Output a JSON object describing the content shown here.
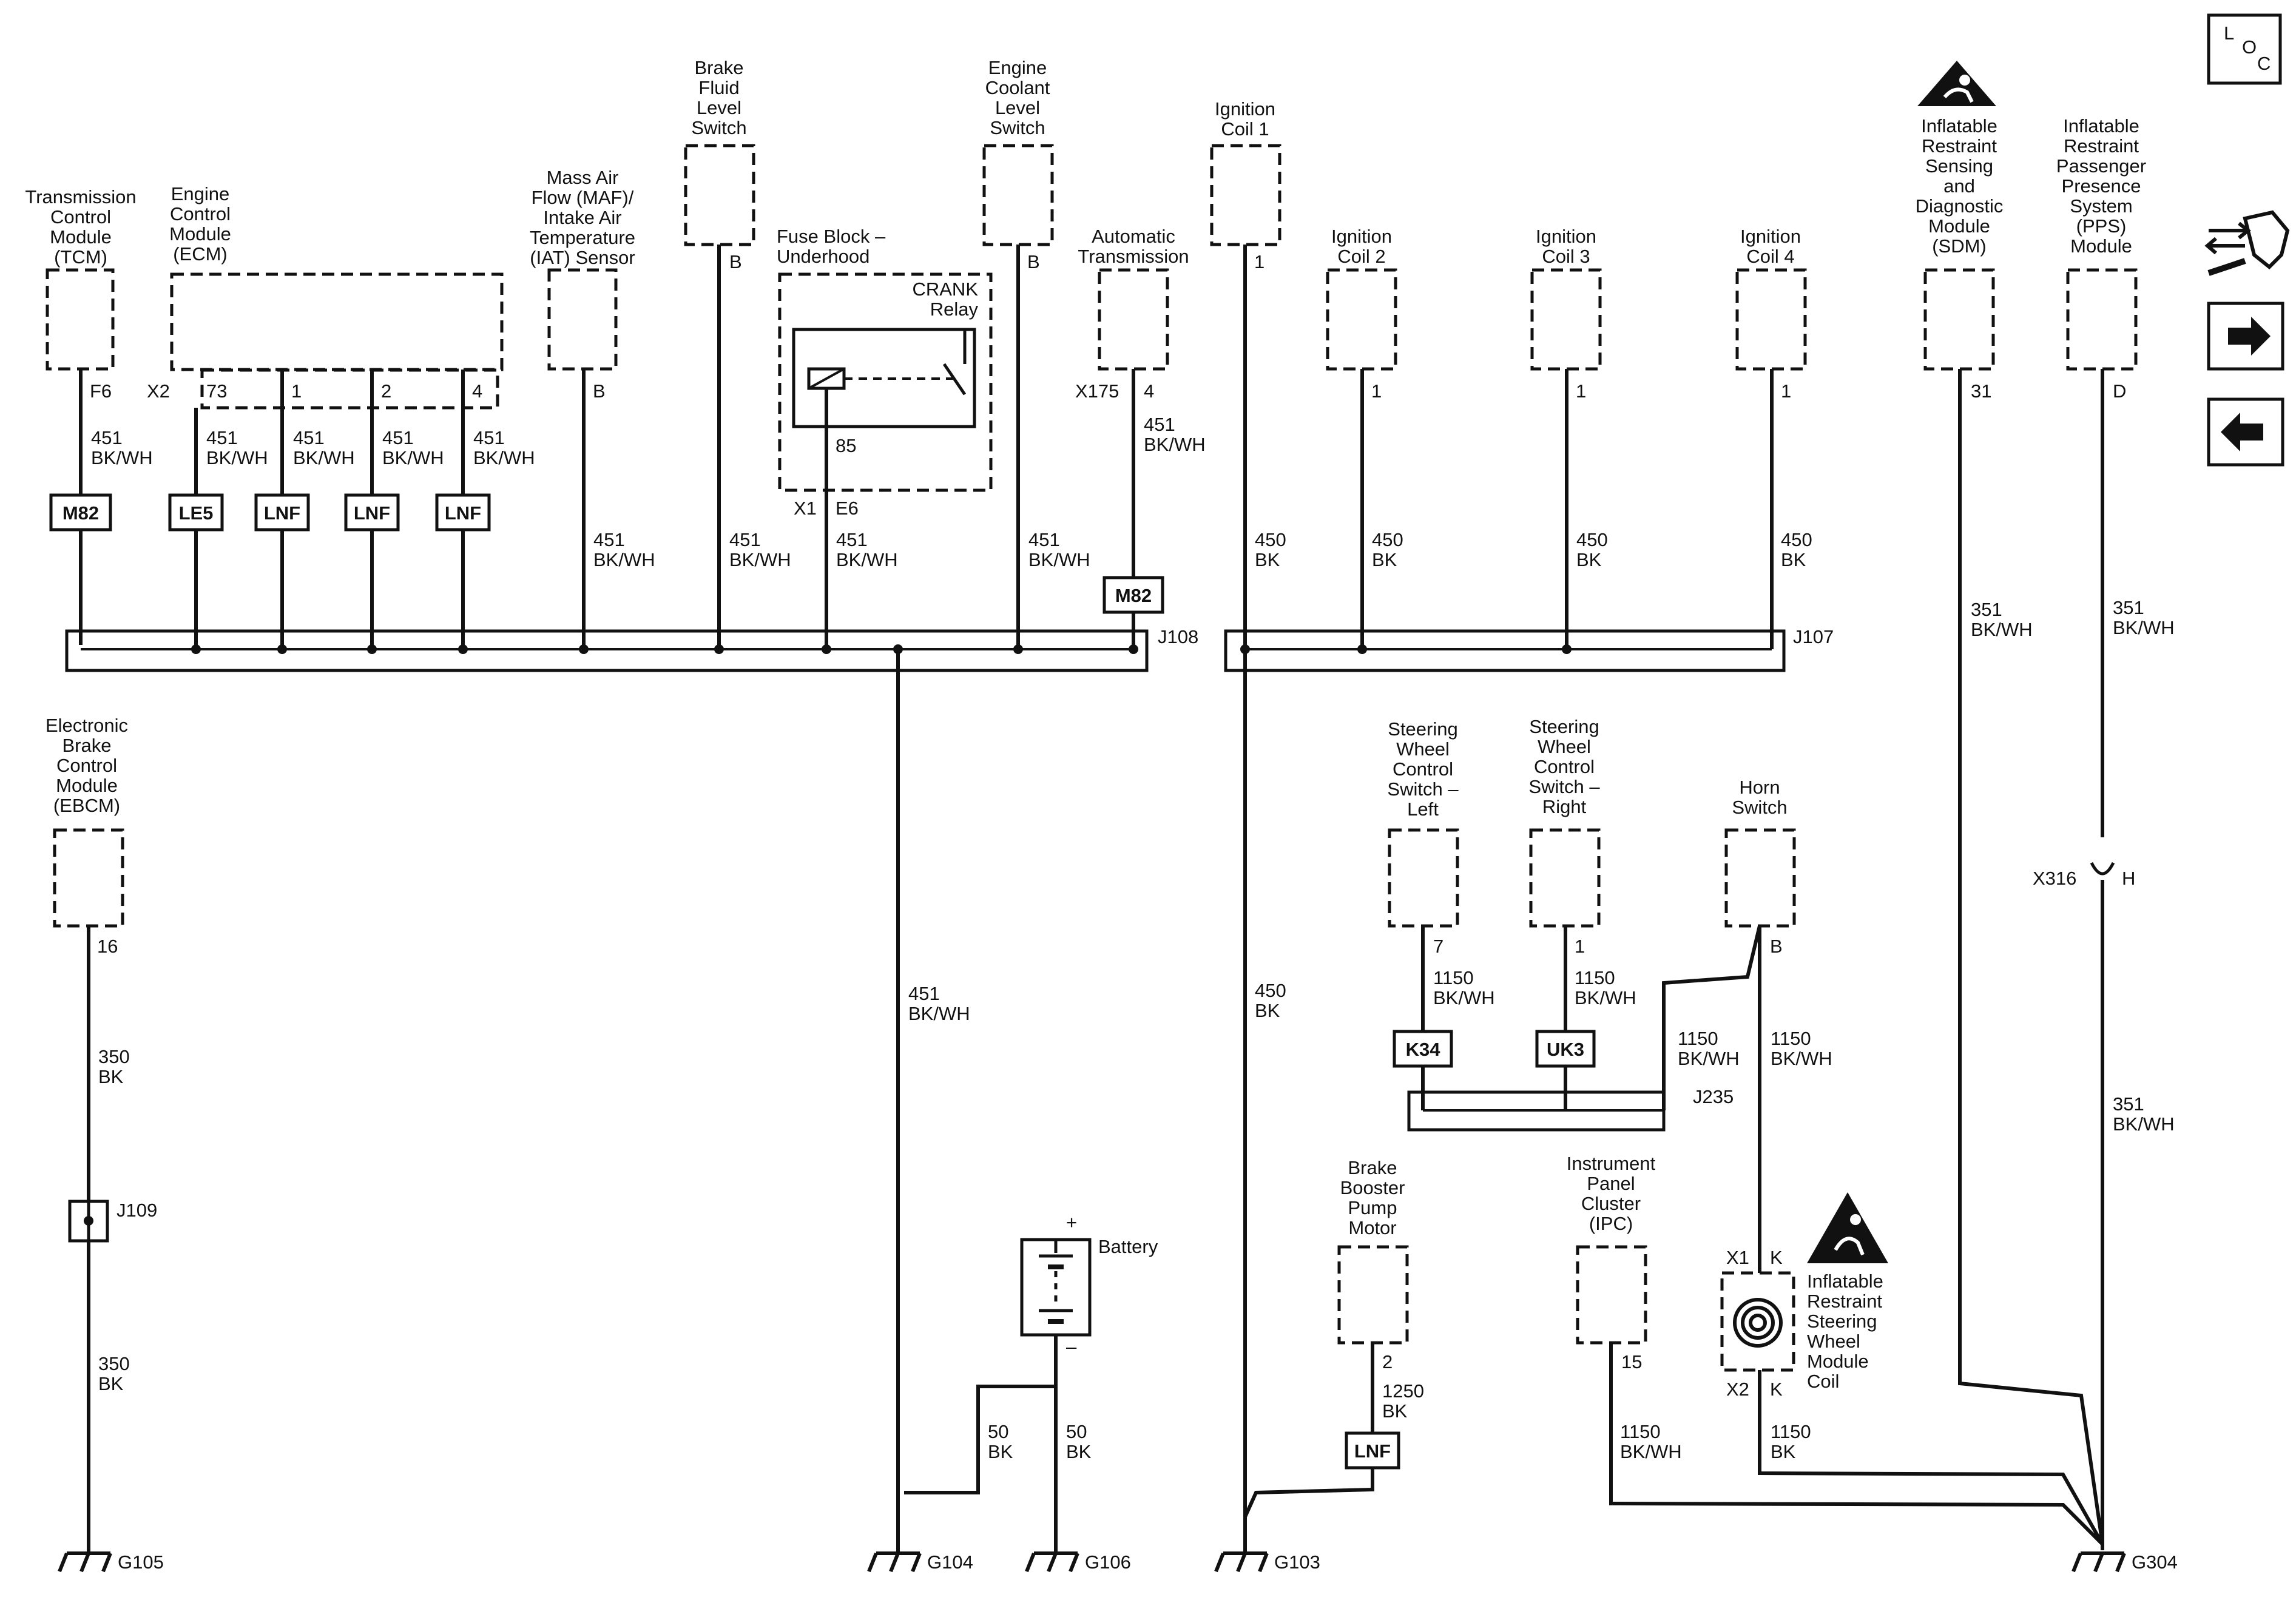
{
  "corner": {
    "loc": [
      "L",
      "O",
      "C"
    ]
  },
  "components": {
    "tcm": [
      "Transmission",
      "Control",
      "Module",
      "(TCM)"
    ],
    "ecm": [
      "Engine",
      "Control",
      "Module",
      "(ECM)"
    ],
    "maf": [
      "Mass Air",
      "Flow (MAF)/",
      "Intake Air",
      "Temperature",
      "(IAT) Sensor"
    ],
    "brake_fluid": [
      "Brake",
      "Fluid",
      "Level",
      "Switch"
    ],
    "fuse_block": [
      "Fuse Block –",
      "Underhood"
    ],
    "crank_relay": [
      "CRANK",
      "Relay"
    ],
    "engine_coolant": [
      "Engine",
      "Coolant",
      "Level",
      "Switch"
    ],
    "auto_trans": [
      "Automatic",
      "Transmission"
    ],
    "ign_coil1": [
      "Ignition",
      "Coil 1"
    ],
    "ign_coil2": [
      "Ignition",
      "Coil 2"
    ],
    "ign_coil3": [
      "Ignition",
      "Coil 3"
    ],
    "ign_coil4": [
      "Ignition",
      "Coil 4"
    ],
    "sdm": [
      "Inflatable",
      "Restraint",
      "Sensing",
      "and",
      "Diagnostic",
      "Module",
      "(SDM)"
    ],
    "pps": [
      "Inflatable",
      "Restraint",
      "Passenger",
      "Presence",
      "System",
      "(PPS)",
      "Module"
    ],
    "ebcm": [
      "Electronic",
      "Brake",
      "Control",
      "Module",
      "(EBCM)"
    ],
    "swc_left": [
      "Steering",
      "Wheel",
      "Control",
      "Switch –",
      "Left"
    ],
    "swc_right": [
      "Steering",
      "Wheel",
      "Control",
      "Switch –",
      "Right"
    ],
    "horn": [
      "Horn",
      "Switch"
    ],
    "battery": "Battery",
    "brake_booster": [
      "Brake",
      "Booster",
      "Pump",
      "Motor"
    ],
    "ipc": [
      "Instrument",
      "Panel",
      "Cluster",
      "(IPC)"
    ],
    "airbag_coil": [
      "Inflatable",
      "Restraint",
      "Steering",
      "Wheel",
      "Module",
      "Coil"
    ]
  },
  "pins": {
    "tcm": "F6",
    "ecm_conn": "X2",
    "ecm_73": "73",
    "ecm_1": "1",
    "ecm_2": "2",
    "ecm_4": "4",
    "maf": "B",
    "brake_fluid": "B",
    "relay_85": "85",
    "fuse_x1": "X1",
    "fuse_e6": "E6",
    "coolant": "B",
    "trans_conn": "X175",
    "trans_pin": "4",
    "coil1": "1",
    "coil2": "1",
    "coil3": "1",
    "coil4": "1",
    "sdm": "31",
    "pps": "D",
    "ebcm": "16",
    "swc_left": "7",
    "swc_right": "1",
    "horn": "B",
    "x316": "X316",
    "x316_pin": "H",
    "booster": "2",
    "ipc": "15",
    "coil_x1": "X1",
    "coil_k1": "K",
    "coil_x2": "X2",
    "coil_k2": "K",
    "bat_plus": "+",
    "bat_minus": "–"
  },
  "wires": {
    "w451": "451",
    "bkwh": "BK/WH",
    "w450": "450",
    "bk": "BK",
    "w351": "351",
    "w350": "350",
    "w1150": "1150",
    "w1250": "1250",
    "w50": "50"
  },
  "options": {
    "m82": "M82",
    "le5": "LE5",
    "lnf": "LNF",
    "k34": "K34",
    "uk3": "UK3"
  },
  "splices": {
    "j108": "J108",
    "j107": "J107",
    "j235": "J235",
    "j109": "J109"
  },
  "grounds": {
    "g105": "G105",
    "g104": "G104",
    "g106": "G106",
    "g103": "G103",
    "g304": "G304"
  }
}
